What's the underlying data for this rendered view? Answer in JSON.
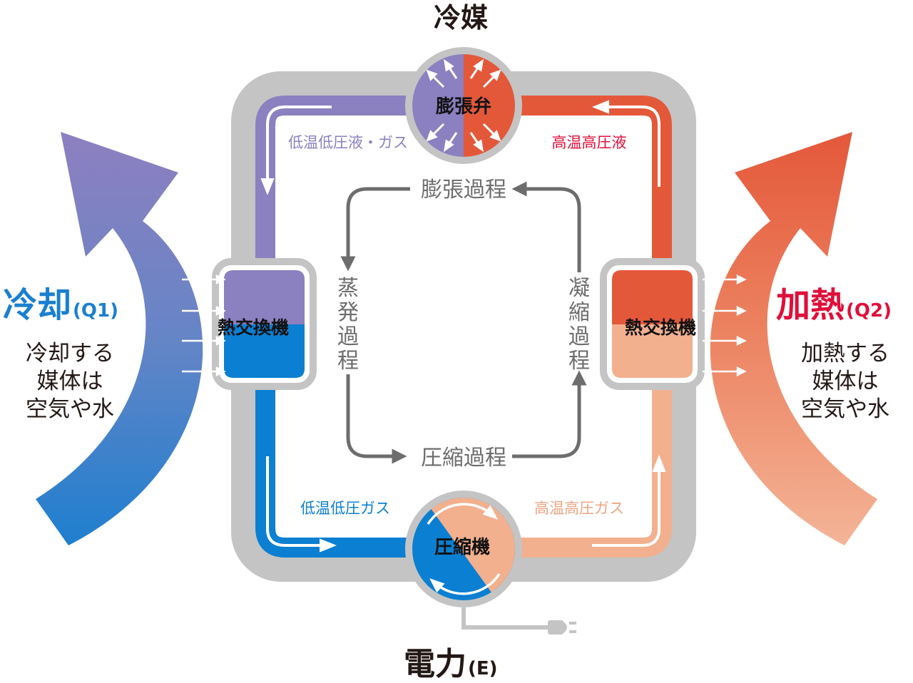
{
  "refrigerant": {
    "label": "冷媒"
  },
  "power": {
    "label": "電力",
    "symbol": "(E)"
  },
  "nodes": {
    "expansion_valve": "膨張弁",
    "compressor": "圧縮機",
    "heat_exchanger_left": "熱交換機",
    "heat_exchanger_right": "熱交換機"
  },
  "states": {
    "top_left": "低温低圧液・ガス",
    "top_right": "高温高圧液",
    "bottom_left": "低温低圧ガス",
    "bottom_right": "高温高圧ガス"
  },
  "processes": {
    "expansion": "膨張過程",
    "evaporation": [
      "蒸",
      "発",
      "過",
      "程"
    ],
    "condensation": [
      "凝",
      "縮",
      "過",
      "程"
    ],
    "compression": "圧縮過程"
  },
  "cooling": {
    "title": "冷却",
    "symbol": "(Q1)",
    "description": [
      "冷却する",
      "媒体は",
      "空気や水"
    ]
  },
  "heating": {
    "title": "加熱",
    "symbol": "(Q2)",
    "description": [
      "加熱する",
      "媒体は",
      "空気や水"
    ]
  },
  "colors": {
    "cold_purple": "#8b80c0",
    "cold_blue": "#0b7fd1",
    "hot_red": "#e4583a",
    "hot_peach": "#f2b08e",
    "pipe_gray": "#c4c4c4",
    "process_gray": "#6d6d6d",
    "cooling_accent": "#1a7fd0",
    "heating_accent": "#e00f3a"
  }
}
